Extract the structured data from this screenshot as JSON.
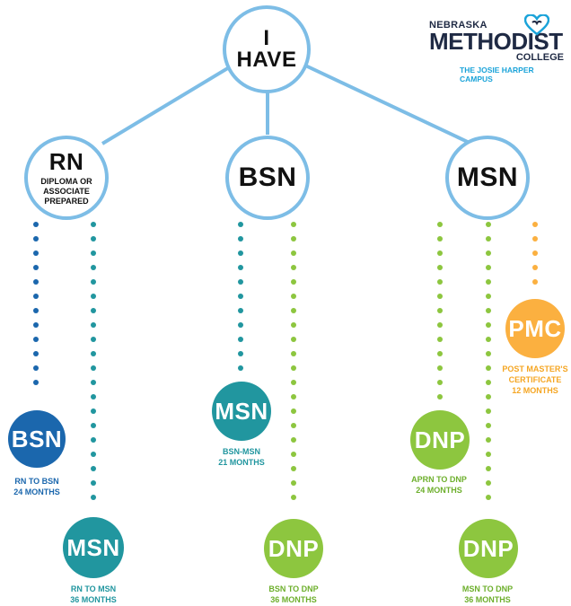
{
  "colors": {
    "outline": "#7dbde6",
    "rn_dots": "#1d8ea3",
    "bsn_fill": "#1b67ad",
    "teal_fill": "#21969f",
    "green_fill": "#8dc63f",
    "orange_fill": "#fbb040",
    "caption_blue": "#1b67ad",
    "caption_teal": "#21969f",
    "caption_green": "#6daf2c",
    "caption_orange": "#f5a623"
  },
  "top_node": {
    "line1": "I",
    "line2": "HAVE"
  },
  "have_nodes": [
    {
      "title": "RN",
      "subtitle1": "DIPLOMA OR",
      "subtitle2": "ASSOCIATE",
      "subtitle3": "PREPARED"
    },
    {
      "title": "BSN"
    },
    {
      "title": "MSN"
    }
  ],
  "outcomes": [
    {
      "label": "BSN",
      "cap1": "RN TO BSN",
      "cap2": "24 MONTHS"
    },
    {
      "label": "MSN",
      "cap1": "RN TO MSN",
      "cap2": "36 MONTHS"
    },
    {
      "label": "MSN",
      "cap1": "BSN-MSN",
      "cap2": "21 MONTHS"
    },
    {
      "label": "DNP",
      "cap1": "BSN TO DNP",
      "cap2": "36 MONTHS"
    },
    {
      "label": "DNP",
      "cap1": "APRN TO DNP",
      "cap2": "24 MONTHS"
    },
    {
      "label": "DNP",
      "cap1": "MSN TO DNP",
      "cap2": "36 MONTHS"
    },
    {
      "label": "PMC",
      "cap1": "POST MASTER'S",
      "cap2": "CERTIFICATE",
      "cap3": "12 MONTHS"
    }
  ],
  "logo": {
    "line1": "NEBRASKA",
    "line2": "METHODIST",
    "line3": "COLLEGE",
    "line4": "THE JOSIE HARPER CAMPUS"
  }
}
